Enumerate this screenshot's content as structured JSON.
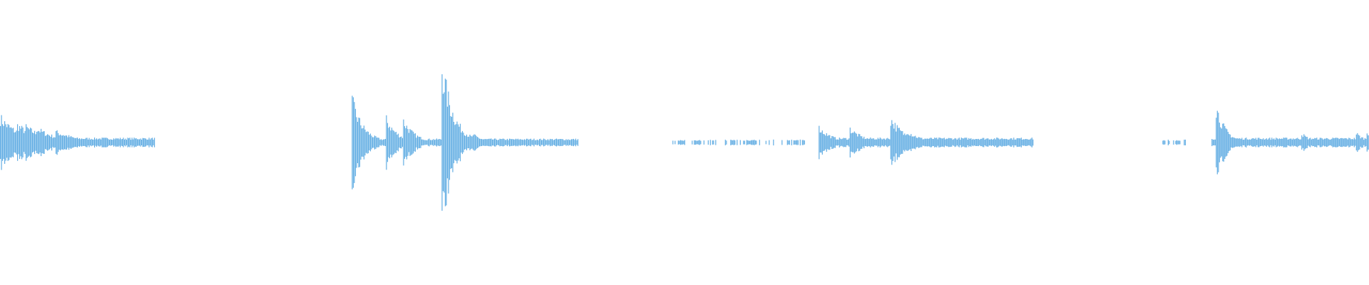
{
  "waveform": {
    "color": "#62ade3",
    "background": "#ffffff",
    "segments": [
      {
        "start": 0.0,
        "end": 0.113,
        "attack": 0.018,
        "decay": 0.045,
        "floor": 0.05,
        "bursts": [
          [
            0.0,
            0.3
          ],
          [
            0.012,
            0.22
          ],
          [
            0.018,
            0.2
          ],
          [
            0.026,
            0.18
          ],
          [
            0.04,
            0.14
          ],
          [
            0.046,
            0.1
          ]
        ]
      },
      {
        "start": 0.257,
        "end": 0.422,
        "attack": 0.263,
        "decay": 0.025,
        "floor": 0.04,
        "bursts": [
          [
            0.257,
            0.5
          ],
          [
            0.282,
            0.28
          ],
          [
            0.294,
            0.28
          ],
          [
            0.322,
            1.0
          ],
          [
            0.345,
            0.1
          ]
        ]
      },
      {
        "start": 0.485,
        "end": 0.588,
        "attack": 0.485,
        "decay": 0.2,
        "floor": 0.03,
        "bursts": []
      },
      {
        "start": 0.598,
        "end": 0.755,
        "attack": 0.598,
        "decay": 0.03,
        "floor": 0.05,
        "bursts": [
          [
            0.598,
            0.18
          ],
          [
            0.62,
            0.18
          ],
          [
            0.65,
            0.3
          ],
          [
            0.662,
            0.15
          ]
        ]
      },
      {
        "start": 0.846,
        "end": 0.866,
        "attack": 0.846,
        "decay": 0.2,
        "floor": 0.03,
        "bursts": []
      },
      {
        "start": 0.885,
        "end": 1.0,
        "attack": 0.889,
        "decay": 0.02,
        "floor": 0.05,
        "bursts": [
          [
            0.888,
            0.45
          ],
          [
            0.95,
            0.12
          ],
          [
            0.99,
            0.12
          ],
          [
            0.998,
            0.15
          ]
        ]
      }
    ]
  }
}
